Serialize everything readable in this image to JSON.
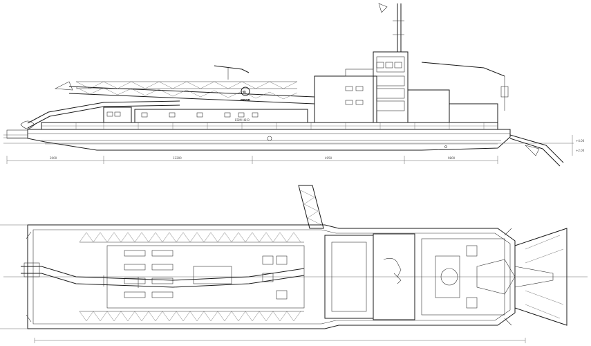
{
  "logo": {
    "letter": "n",
    "text": "neon"
  },
  "hull_marking": "ESMI H8 D",
  "dimensions": {
    "d1": "2000",
    "d2": "12200",
    "d3": "4950",
    "d4": "9800"
  },
  "level_marks": {
    "upper": "+4.00",
    "lower": "+2.00"
  }
}
